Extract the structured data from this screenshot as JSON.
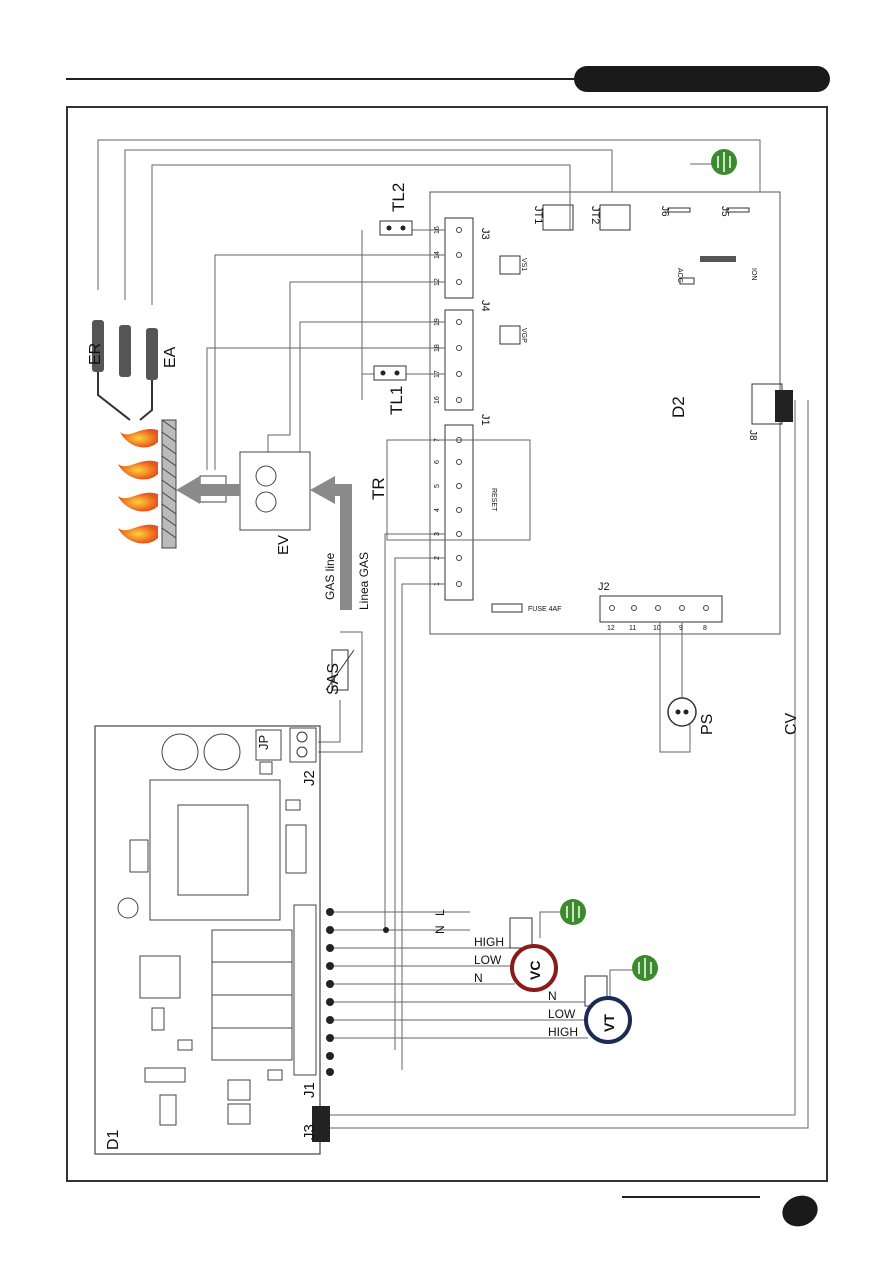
{
  "labels": {
    "ER": "ER",
    "EA": "EA",
    "TL2": "TL2",
    "TL1": "TL1",
    "D2": "D2",
    "TR": "TR",
    "EV": "EV",
    "gas_line": "GAS line",
    "linea_gas": "Linea GAS",
    "SAS": "SAS",
    "PS": "PS",
    "CV": "CV",
    "D1": "D1",
    "J1": "J1",
    "J2": "J2",
    "J3": "J3",
    "JP": "JP",
    "d2_J1": "J1",
    "d2_J2": "J2",
    "d2_J3": "J3",
    "d2_J4": "J4",
    "d2_J5": "J5",
    "d2_J6": "J6",
    "d2_J8": "J8",
    "JT1": "JT1",
    "JT2": "JT2",
    "reset": "RESET",
    "fuse": "FUSE 4AF",
    "acc": "ACC",
    "ion": "ION",
    "vgp": "VGP",
    "vs1": "VS1",
    "L": "L",
    "N": "N",
    "HIGH_1": "HIGH",
    "LOW_1": "LOW",
    "N_1": "N",
    "N_2": "N",
    "LOW_2": "LOW",
    "HIGH_2": "HIGH",
    "VC": "VC",
    "VT": "VT",
    "j2_pins": [
      "12",
      "11",
      "10",
      "9",
      "8"
    ],
    "j1_pins": [
      "1",
      "2",
      "3",
      "4",
      "5",
      "6",
      "7"
    ],
    "j4_pins": [
      "16",
      "17",
      "18",
      "19"
    ],
    "j3_pins": [
      "12",
      "14",
      "16"
    ]
  },
  "colors": {
    "flame": "#e8541b",
    "vc_ring": "#8b1a1a",
    "vt_ring": "#1c2a55",
    "earth": "#3c8a2e",
    "arrow": "#8a8a8a"
  }
}
